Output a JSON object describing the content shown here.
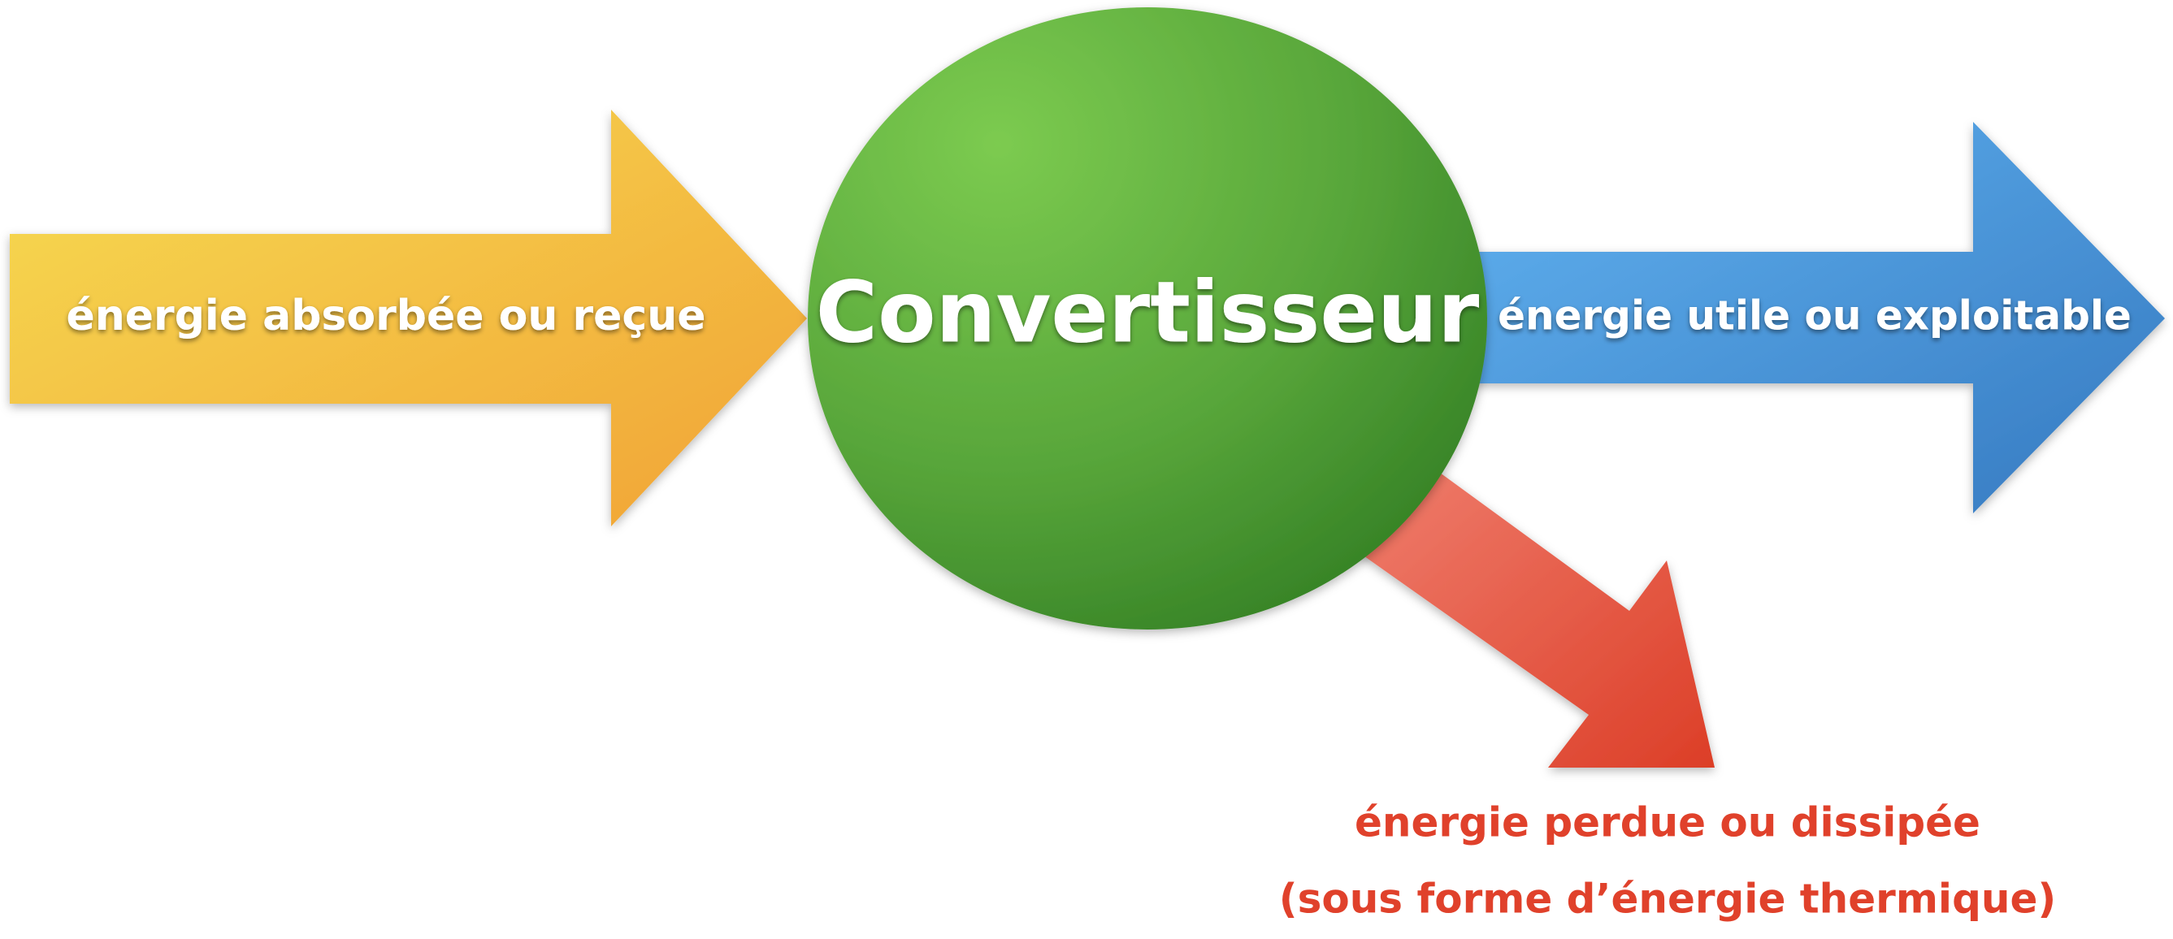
{
  "input_arrow": {
    "label": "énergie absorbée ou reçue"
  },
  "converter": {
    "label": "Convertisseur"
  },
  "output_arrow": {
    "label": "énergie utile ou exploitable"
  },
  "loss_arrow": {
    "line1": "énergie perdue ou dissipée",
    "line2": "(sous forme d’énergie thermique)"
  },
  "colors": {
    "input_start": "#f6dc52",
    "input_end": "#f1a235",
    "converter_light": "#7ccb50",
    "converter_dark": "#2f7b22",
    "output_light": "#62b3f1",
    "output_dark": "#3579c0",
    "loss_light": "#f08070",
    "loss_dark": "#dc3e27"
  }
}
